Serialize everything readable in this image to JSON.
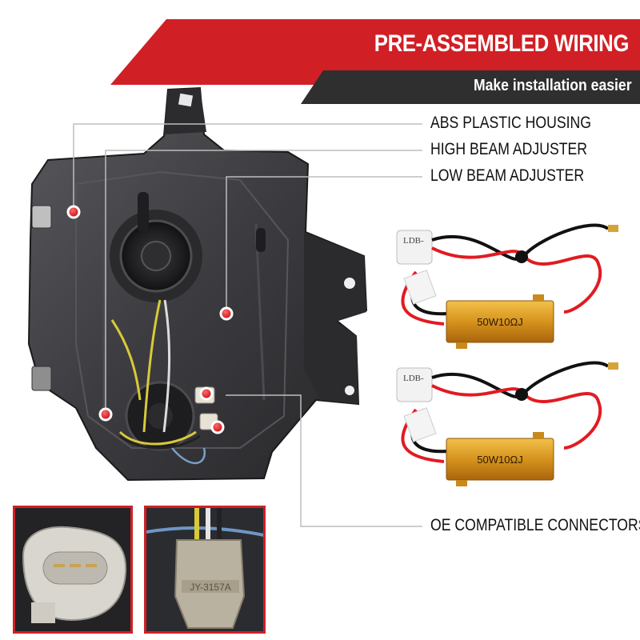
{
  "banner": {
    "title": "PRE-ASSEMBLED WIRING",
    "subtitle": "Make installation easier",
    "colors": {
      "red": "#d11f26",
      "dark": "#2f2f2f"
    }
  },
  "callouts": [
    {
      "text": "ABS PLASTIC HOUSING"
    },
    {
      "text": "HIGH BEAM ADJUSTER"
    },
    {
      "text": "LOW BEAM ADJUSTER"
    },
    {
      "text": "OE COMPATIBLE CONNECTORS"
    }
  ],
  "resistors": [
    {
      "rating": "50W10ΩJ",
      "tag": "LDB-"
    },
    {
      "rating": "50W10ΩJ",
      "tag": "LDB-"
    }
  ],
  "connector_label": "JY-3157A",
  "icons": {
    "marker": "red-dot-marker-icon"
  }
}
